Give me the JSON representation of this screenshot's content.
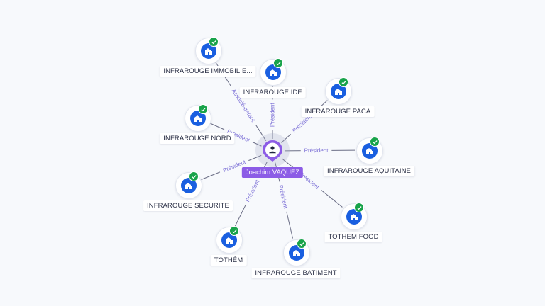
{
  "center": {
    "name": "Joachim VAQUEZ",
    "icon": "person-pin-icon"
  },
  "colors": {
    "accent": "#8c5ce6",
    "company": "#1a5fe0",
    "verified": "#18a34a",
    "edge": "#6b6e86",
    "edge_label": "#7b6fd6"
  },
  "companies": [
    {
      "id": "immobilie",
      "name": "INFRAROUGE IMMOBILIE...",
      "relation": "Associé-gérant",
      "icon": "building-icon",
      "verified": true
    },
    {
      "id": "idf",
      "name": "INFRAROUGE IDF",
      "relation": "Président",
      "icon": "building-icon",
      "verified": true
    },
    {
      "id": "paca",
      "name": "INFRAROUGE PACA",
      "relation": "Président",
      "icon": "building-icon",
      "verified": true
    },
    {
      "id": "nord",
      "name": "INFRAROUGE NORD",
      "relation": "Président",
      "icon": "building-icon",
      "verified": true
    },
    {
      "id": "aquitaine",
      "name": "INFRAROUGE AQUITAINE",
      "relation": "Président",
      "icon": "building-icon",
      "verified": true
    },
    {
      "id": "securite",
      "name": "INFRAROUGE SECURITE",
      "relation": "Président",
      "icon": "building-icon",
      "verified": true
    },
    {
      "id": "tothemfood",
      "name": "TOTHEM FOOD",
      "relation": "Président",
      "icon": "building-icon",
      "verified": true
    },
    {
      "id": "tothem",
      "name": "TOTHÉM",
      "relation": "Président",
      "icon": "building-icon",
      "verified": true
    },
    {
      "id": "batiment",
      "name": "INFRAROUGE BATIMENT",
      "relation": "Président",
      "icon": "building-icon",
      "verified": true
    }
  ]
}
